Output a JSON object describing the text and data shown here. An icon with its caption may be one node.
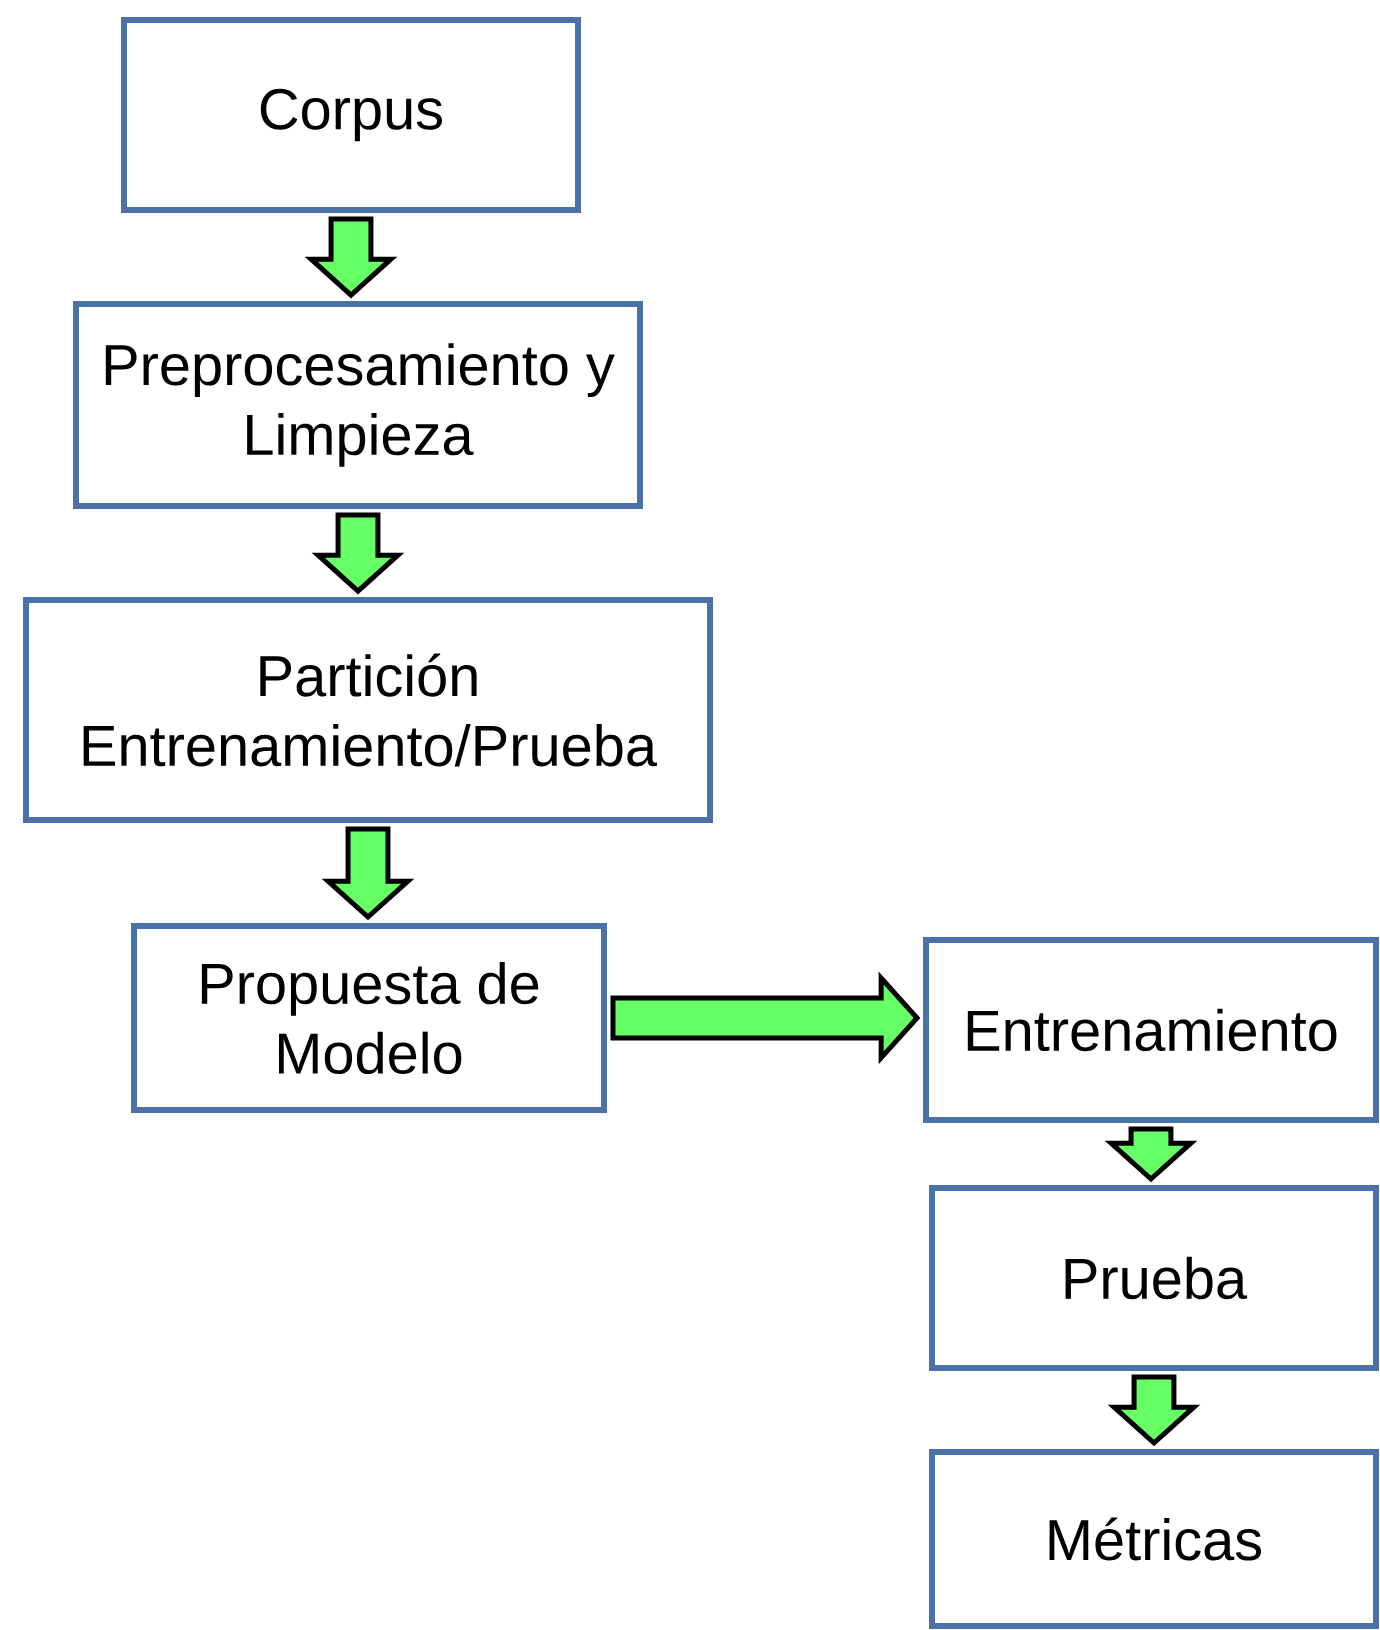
{
  "diagram": {
    "nodes": [
      {
        "text": [
          "Corpus"
        ]
      },
      {
        "text": [
          "Preprocesamiento y Limpieza"
        ]
      },
      {
        "text": [
          "Partición Entrenamiento/Prueba"
        ]
      },
      {
        "text": [
          "Propuesta de Modelo"
        ]
      },
      {
        "text": [
          "Entrenamiento"
        ]
      },
      {
        "text": [
          "Prueba"
        ]
      },
      {
        "text": [
          "Métricas"
        ]
      }
    ],
    "edges": [
      {
        "from": 0,
        "to": 1,
        "arrow": "to"
      },
      {
        "from": 1,
        "to": 2,
        "arrow": "to"
      },
      {
        "from": 2,
        "to": 3,
        "arrow": "to"
      },
      {
        "from": 3,
        "to": 4,
        "arrow": "to"
      },
      {
        "from": 4,
        "to": 5,
        "arrow": "to"
      },
      {
        "from": 5,
        "to": 6,
        "arrow": "to"
      }
    ]
  }
}
